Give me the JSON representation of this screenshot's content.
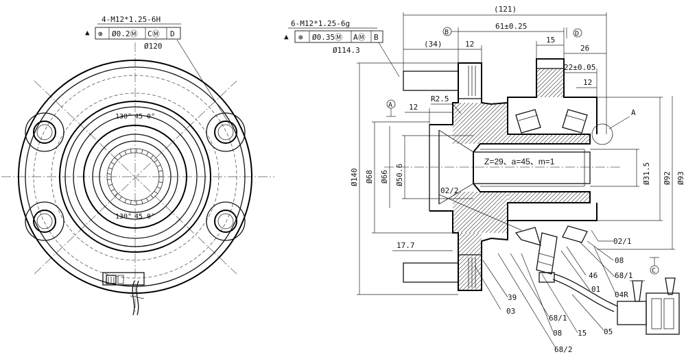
{
  "front_view": {
    "thread_callout": "4-M12*1.25-6H",
    "tolerance_frame": {
      "symbol": "⊕",
      "value": "Ø0.2Ⓜ",
      "datum1": "CⓂ",
      "datum2": "D"
    },
    "pcd_label": "Ø120",
    "angle_top_left": "130°",
    "angle_top_right": "45 0°",
    "angle_bottom_left": "130°",
    "angle_bottom_right": "45 0°"
  },
  "section_view": {
    "thread_callout": "6-M12*1.25-6g",
    "tolerance_frame": {
      "symbol": "⊕",
      "value": "Ø0.35Ⓜ",
      "datum1": "AⓂ",
      "datum2": "B"
    },
    "pcd_label": "Ø114.3",
    "datum_b": "B",
    "datum_d": "D",
    "datum_a": "A",
    "datum_c": "C",
    "detail_a": "A",
    "spline_spec": "Z=29、a=45、m=1",
    "dims": {
      "overall_length": "(121)",
      "bearing_span": "61±0.25",
      "d15": "15",
      "d34": "(34)",
      "d12_top": "12",
      "d26": "26",
      "d22": "22±0.05",
      "d12_right": "12",
      "d12_left": "12",
      "r25": "R2.5",
      "d17_7": "17.7",
      "dia140": "Ø140",
      "dia68": "Ø68",
      "dia66": "Ø66",
      "dia50_6": "Ø50.6",
      "dia31_5": "Ø31.5",
      "dia92": "Ø92",
      "dia93": "Ø93"
    },
    "part_numbers": {
      "p02_2": "02/2",
      "p02_1": "02/1",
      "p08_right": "08",
      "p68_1_right": "68/1",
      "p46": "46",
      "p01": "01",
      "p04r": "04R",
      "p39": "39",
      "p03": "03",
      "p68_1_bottom": "68/1",
      "p08_bottom": "08",
      "p15": "15",
      "p05": "05",
      "p68_2": "68/2"
    }
  }
}
